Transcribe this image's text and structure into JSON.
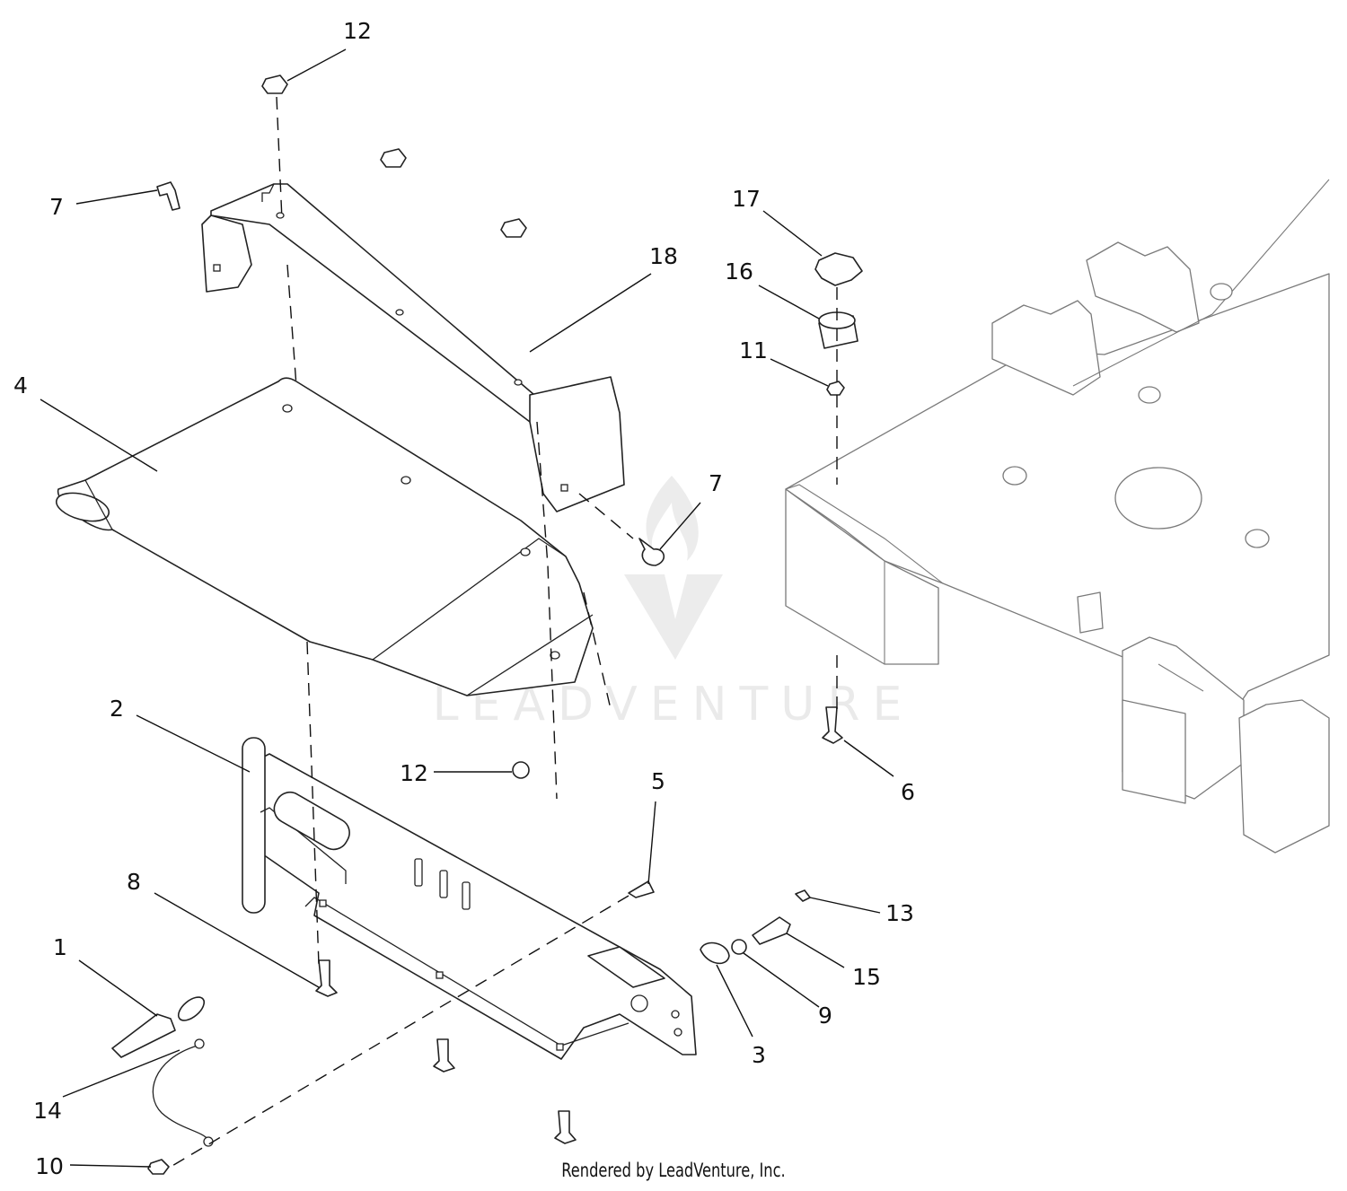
{
  "diagram": {
    "callouts": [
      {
        "id": "c12a",
        "label": "12"
      },
      {
        "id": "c7a",
        "label": "7"
      },
      {
        "id": "c18",
        "label": "18"
      },
      {
        "id": "c4",
        "label": "4"
      },
      {
        "id": "c17",
        "label": "17"
      },
      {
        "id": "c16",
        "label": "16"
      },
      {
        "id": "c11",
        "label": "11"
      },
      {
        "id": "c7b",
        "label": "7"
      },
      {
        "id": "c2",
        "label": "2"
      },
      {
        "id": "c12b",
        "label": "12"
      },
      {
        "id": "c5",
        "label": "5"
      },
      {
        "id": "c6",
        "label": "6"
      },
      {
        "id": "c8",
        "label": "8"
      },
      {
        "id": "c13",
        "label": "13"
      },
      {
        "id": "c1",
        "label": "1"
      },
      {
        "id": "c15",
        "label": "15"
      },
      {
        "id": "c9",
        "label": "9"
      },
      {
        "id": "c3",
        "label": "3"
      },
      {
        "id": "c14",
        "label": "14"
      },
      {
        "id": "c10",
        "label": "10"
      }
    ],
    "watermark": "LEADVENTURE",
    "credit": "Rendered by LeadVenture, Inc."
  },
  "colors": {
    "line": "#222222",
    "frame_line": "#7a7a7a",
    "watermark": "#d9d9d9",
    "background": "#ffffff"
  }
}
